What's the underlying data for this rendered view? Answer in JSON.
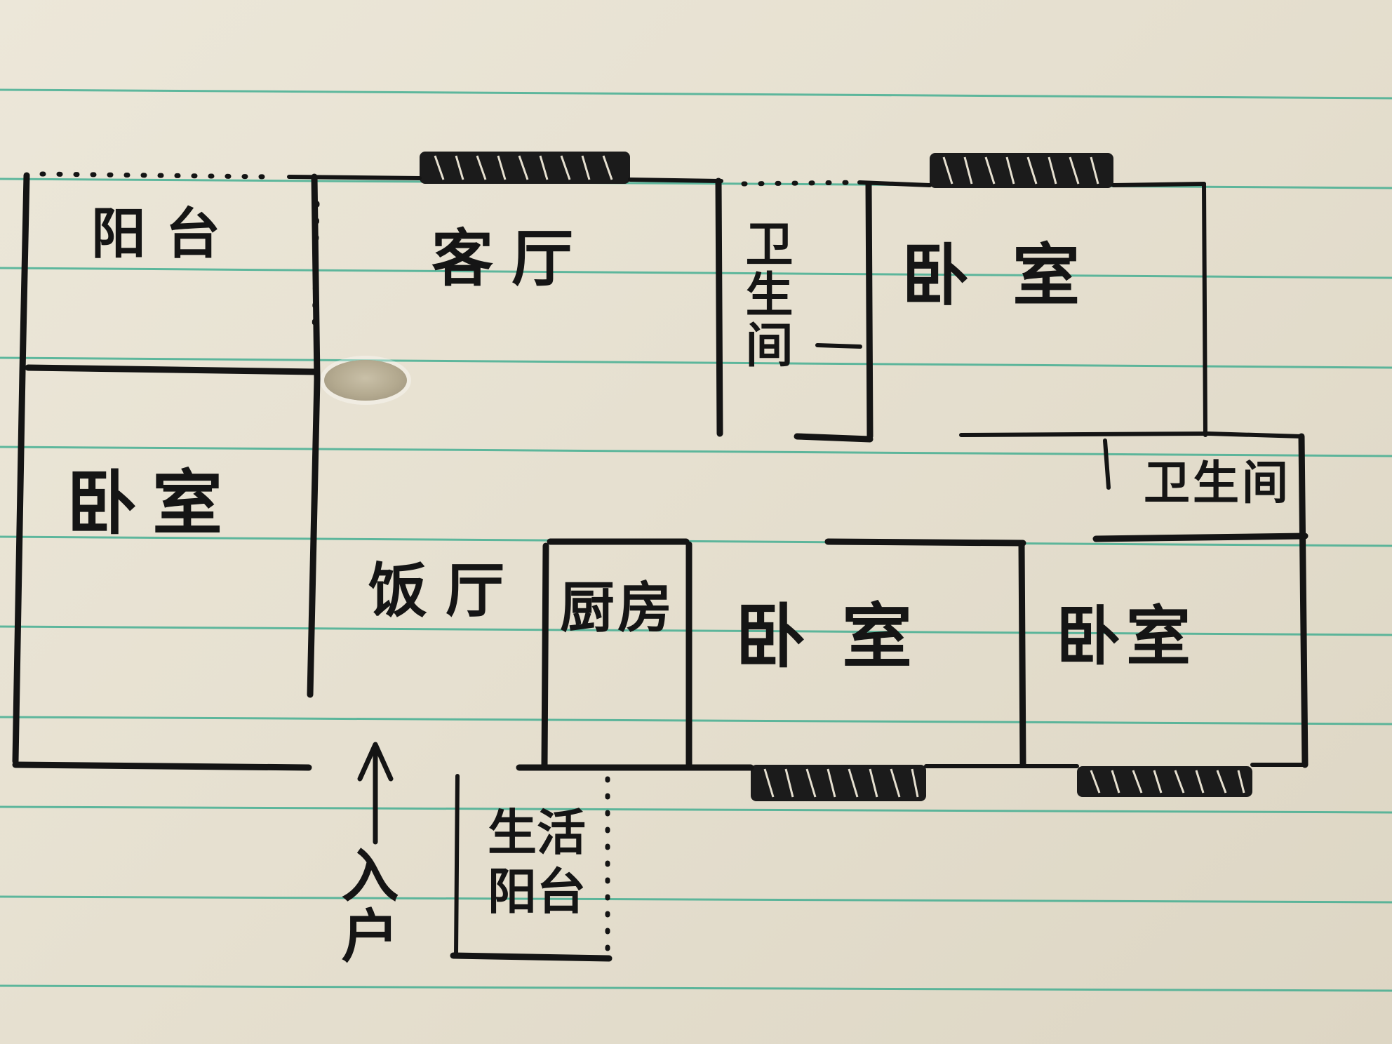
{
  "image_kind": "hand-drawn apartment floor plan on lined notebook paper",
  "colors": {
    "paper": "#e9e4d6",
    "ink": "#141414",
    "ruled_line": "#2fa88a"
  },
  "rooms": {
    "balcony": "阳台",
    "living_room": "客厅",
    "bathroom_1": "卫生间",
    "bedroom_master": "卧室",
    "bedroom_west": "卧室",
    "bathroom_2": "卫生间",
    "dining_room": "饭厅",
    "kitchen": "厨房",
    "bedroom_south": "卧室",
    "bedroom_southeast": "卧室",
    "utility_balcony": "生活\n阳台"
  },
  "entrance": {
    "label": "入户",
    "icon": "up-arrow-icon"
  }
}
